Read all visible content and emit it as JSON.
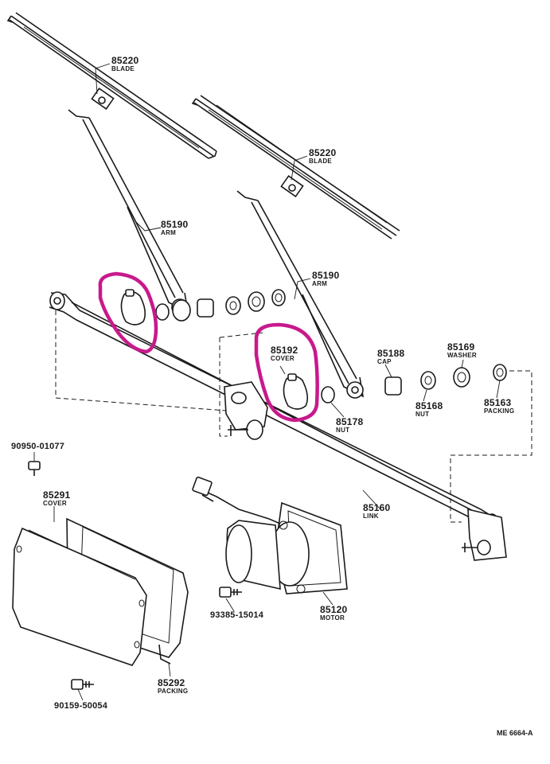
{
  "parts": {
    "blade_left": {
      "number": "85220",
      "name": "BLADE"
    },
    "blade_right": {
      "number": "85220",
      "name": "BLADE"
    },
    "arm_left": {
      "number": "85190",
      "name": "ARM"
    },
    "arm_right": {
      "number": "85190",
      "name": "ARM"
    },
    "cover_pivot": {
      "number": "85192",
      "name": "COVER"
    },
    "cap": {
      "number": "85188",
      "name": "CAP"
    },
    "washer": {
      "number": "85169",
      "name": "WASHER"
    },
    "nut_small": {
      "number": "85168",
      "name": "NUT"
    },
    "packing_small": {
      "number": "85163",
      "name": "PACKING"
    },
    "nut_arm": {
      "number": "85178",
      "name": "NUT"
    },
    "link": {
      "number": "85160",
      "name": "LINK"
    },
    "motor_cover": {
      "number": "85291",
      "name": "COVER"
    },
    "bolt_cover": {
      "number": "90950-01077"
    },
    "bolt_motor": {
      "number": "93385-15014"
    },
    "motor": {
      "number": "85120",
      "name": "MOTOR"
    },
    "packing_cover": {
      "number": "85292",
      "name": "PACKING"
    },
    "screw": {
      "number": "90159-50054"
    }
  },
  "diagram_code": "ME 6664-A",
  "highlight_color": "#c8198c"
}
